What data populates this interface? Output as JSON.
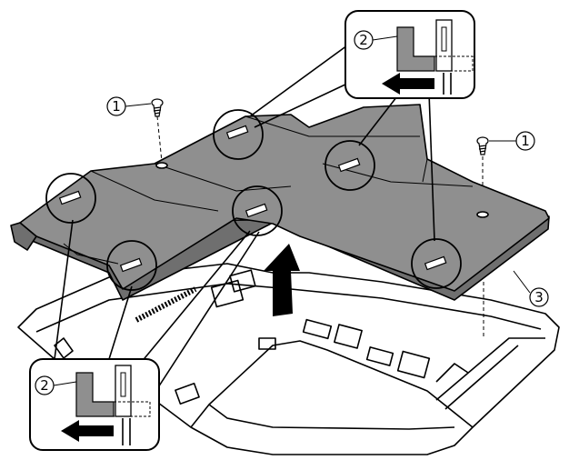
{
  "callouts": {
    "screw_top_left": "1",
    "screw_right": "1",
    "inset_top": "2",
    "inset_bottom": "2",
    "cover": "3"
  },
  "colors": {
    "cover_fill": "#8f8f8f",
    "cover_dark": "#6f6f6f",
    "line": "#000000",
    "background": "#ffffff"
  },
  "icons": {
    "lift_arrow": "up-arrow-icon",
    "slide_arrow": "left-arrow-icon",
    "screw": "screw-icon"
  }
}
